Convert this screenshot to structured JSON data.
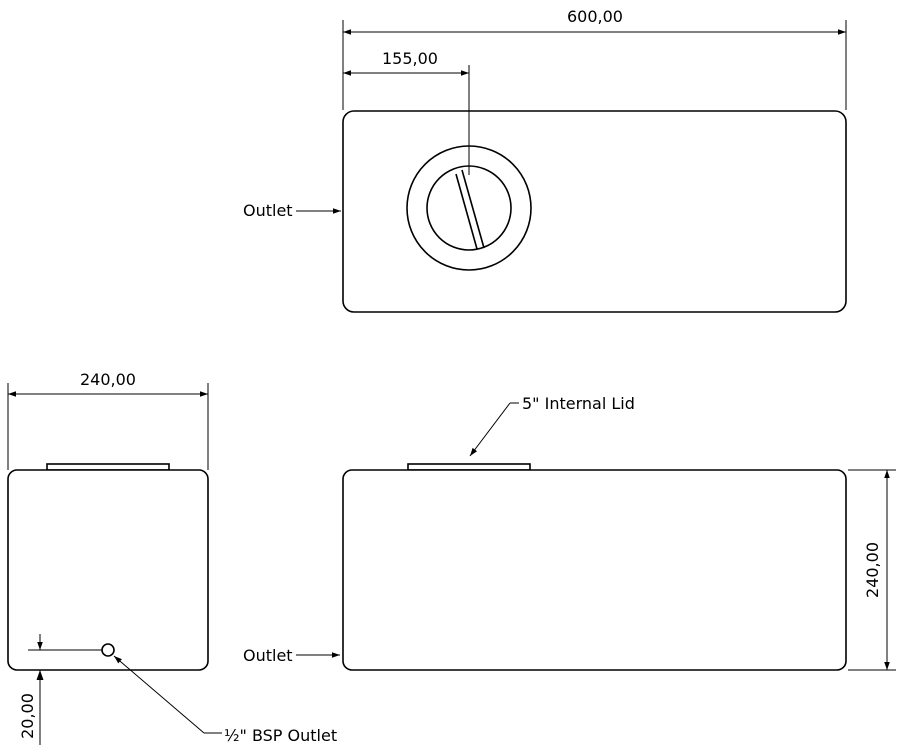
{
  "top_view": {
    "overall_width": "600,00",
    "lid_offset": "155,00",
    "outlet_label": "Outlet"
  },
  "side_view": {
    "width": "240,00",
    "outlet_height": "20,00",
    "bsp_outlet_label": "½\" BSP Outlet"
  },
  "front_view": {
    "lid_label": "5\" Internal Lid",
    "height": "240,00",
    "outlet_label": "Outlet"
  }
}
